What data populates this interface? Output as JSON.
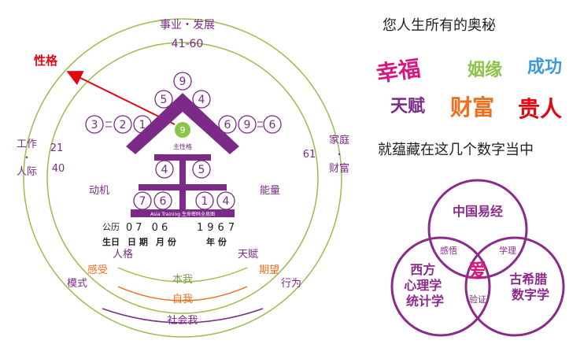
{
  "wheel": {
    "top_label": "事业・发展",
    "top_age": "41-60",
    "left_label_1": "工作",
    "left_dot": "・",
    "left_label_2": "人际",
    "left_age_a": "21",
    "left_age_b": "40",
    "right_label_1": "家庭",
    "right_dot": "・",
    "right_label_2": "财富",
    "right_age": "61",
    "arrow_label": "性格",
    "motive": "动机",
    "energy": "能量",
    "brand_strip": "Asia Training 生命密码全息图",
    "center_caption": "主性格",
    "dob": {
      "calendar": "公历",
      "day_month": "07 06",
      "year": "1967",
      "day_label": "生日",
      "date_label": "日 期",
      "month_label": "月 份",
      "year_label": "年 份"
    },
    "arc_labels": {
      "personality": "人格",
      "talent": "天赋",
      "feeling": "感受",
      "expectation": "期望",
      "self_me": "本我",
      "ego": "自我",
      "social_me": "社会我",
      "pattern": "模式",
      "behavior": "行为"
    }
  },
  "numbers": {
    "top": "9",
    "upper_left": "5",
    "upper_right": "4",
    "center": "9",
    "left_chain": [
      "3",
      "2",
      "1"
    ],
    "right_chain": [
      "6",
      "9",
      "6"
    ],
    "mid_left": "4",
    "mid_right": "5",
    "bottom": [
      "7",
      "6",
      "1",
      "4"
    ]
  },
  "headline": "您人生所有的奥秘",
  "tags": [
    "幸福",
    "姻缘",
    "成功",
    "天赋",
    "财富",
    "贵人"
  ],
  "subline": "就蕴藏在这几个数字当中",
  "venn": {
    "top": "中国易经",
    "left": "西方\n心理学\n统计学",
    "right": "古希腊\n数字学",
    "overlap_lt": "感悟",
    "overlap_rt": "学理",
    "overlap_lr": "验证",
    "center": "爱"
  },
  "colors": {
    "purple": "#7b2a87",
    "green_ring": "#9bbd4a",
    "red": "#e30613",
    "orange": "#ec6f1d",
    "pink": "#d6197e",
    "light_green": "#8cc34a",
    "light_blue": "#3b9ad9",
    "venn_purple": "#8a2a8a"
  }
}
